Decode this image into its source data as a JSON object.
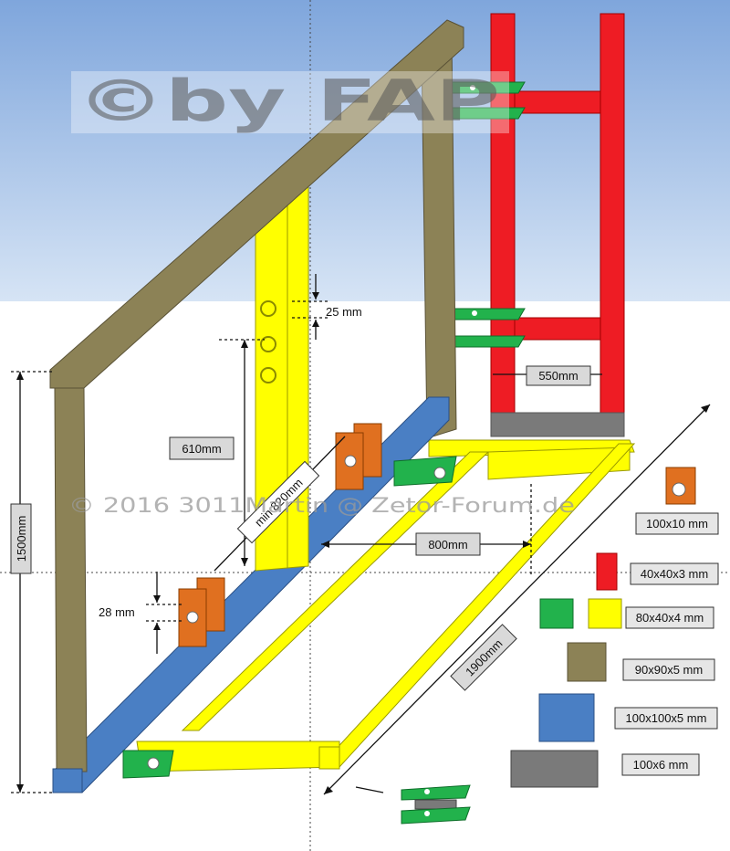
{
  "watermark_logo": "©by FAP",
  "watermark_copyright": "© 2016 3011Martin @ Zetor-Forum.de",
  "dimensions": {
    "gap_top": "25 mm",
    "width_top": "550mm",
    "height_mid": "610mm",
    "min_height": "min 820mm",
    "width_bottom": "800mm",
    "total_height": "1500mm",
    "gap_bottom": "28 mm",
    "length": "1900mm"
  },
  "legend": [
    {
      "label": "100x10 mm",
      "color": "#e07020"
    },
    {
      "label": "40x40x3 mm",
      "color": "#ee1c24"
    },
    {
      "label": "80x40x4 mm",
      "color": "#ffff00"
    },
    {
      "label": "90x90x5 mm",
      "color": "#8c8256"
    },
    {
      "label": "100x100x5 mm",
      "color": "#4a7fc4"
    },
    {
      "label": "100x6 mm",
      "color": "#7a7a7a"
    }
  ],
  "colors": {
    "sky_top": "#7fa6dc",
    "sky_bottom": "#d6e4f5",
    "olive": "#8c8256",
    "yellow": "#ffff00",
    "red": "#ee1c24",
    "blue": "#4a7fc4",
    "green": "#22b24c",
    "orange": "#e07020",
    "gray": "#7a7a7a"
  }
}
